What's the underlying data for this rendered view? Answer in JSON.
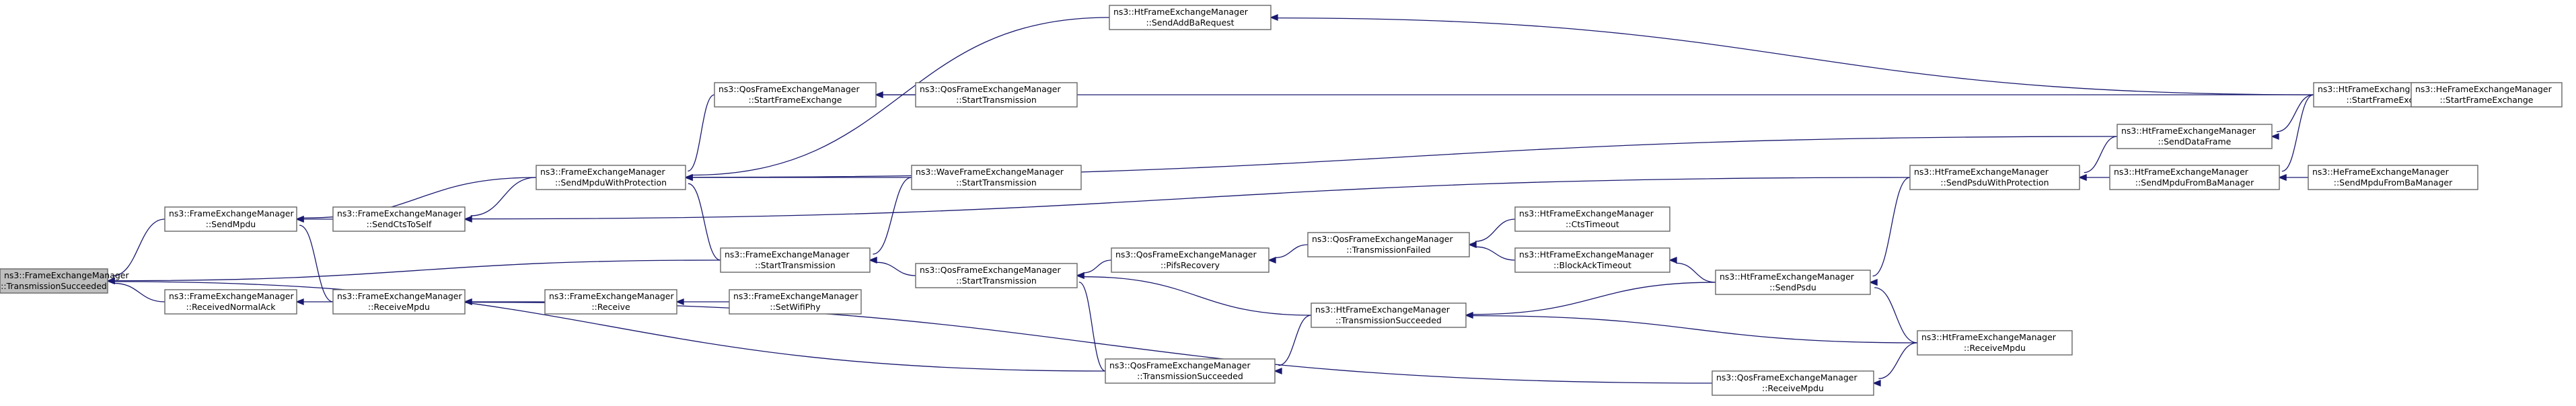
{
  "colors": {
    "node_fill": "#ffffff",
    "root_fill": "#bfbfbf",
    "node_border": "#666666",
    "edge": "#191970"
  },
  "nodes": [
    {
      "id": "n0",
      "line1": "ns3::FrameExchangeManager",
      "line2": "::TransmissionSucceeded"
    },
    {
      "id": "n1",
      "line1": "ns3::FrameExchangeManager",
      "line2": "::SendMpdu"
    },
    {
      "id": "n2",
      "line1": "ns3::FrameExchangeManager",
      "line2": "::ReceivedNormalAck"
    },
    {
      "id": "n3",
      "line1": "ns3::FrameExchangeManager",
      "line2": "::SendCtsToSelf"
    },
    {
      "id": "n4",
      "line1": "ns3::FrameExchangeManager",
      "line2": "::SendMpduWithProtection"
    },
    {
      "id": "n5",
      "line1": "ns3::FrameExchangeManager",
      "line2": "::ReceiveMpdu"
    },
    {
      "id": "n6",
      "line1": "ns3::FrameExchangeManager",
      "line2": "::StartTransmission"
    },
    {
      "id": "n7",
      "line1": "ns3::FrameExchangeManager",
      "line2": "::Receive"
    },
    {
      "id": "n8",
      "line1": "ns3::HtFrameExchangeManager",
      "line2": "::SendAddBaRequest"
    },
    {
      "id": "n9",
      "line1": "ns3::QosFrameExchangeManager",
      "line2": "::StartFrameExchange"
    },
    {
      "id": "n10",
      "line1": "ns3::QosFrameExchangeManager",
      "line2": "::StartTransmission"
    },
    {
      "id": "n11",
      "line1": "ns3::WaveFrameExchangeManager",
      "line2": "::StartTransmission"
    },
    {
      "id": "n12",
      "line1": "ns3::QosFrameExchangeManager",
      "line2": "::StartTransmission"
    },
    {
      "id": "n13",
      "line1": "ns3::FrameExchangeManager",
      "line2": "::SetWifiPhy"
    },
    {
      "id": "n14",
      "line1": "ns3::QosFrameExchangeManager",
      "line2": "::TransmissionSucceeded"
    },
    {
      "id": "n15",
      "line1": "ns3::QosFrameExchangeManager",
      "line2": "::PifsRecovery"
    },
    {
      "id": "n16",
      "line1": "ns3::QosFrameExchangeManager",
      "line2": "::TransmissionFailed"
    },
    {
      "id": "n17",
      "line1": "ns3::HtFrameExchangeManager",
      "line2": "::TransmissionSucceeded"
    },
    {
      "id": "n18",
      "line1": "ns3::HtFrameExchangeManager",
      "line2": "::CtsTimeout"
    },
    {
      "id": "n19",
      "line1": "ns3::HtFrameExchangeManager",
      "line2": "::BlockAckTimeout"
    },
    {
      "id": "n20",
      "line1": "ns3::QosFrameExchangeManager",
      "line2": "::ReceiveMpdu"
    },
    {
      "id": "n21",
      "line1": "ns3::HtFrameExchangeManager",
      "line2": "::SendPsdu"
    },
    {
      "id": "n22",
      "line1": "ns3::HtFrameExchangeManager",
      "line2": "::SendPsduWithProtection"
    },
    {
      "id": "n23",
      "line1": "ns3::HtFrameExchangeManager",
      "line2": "::ReceiveMpdu"
    },
    {
      "id": "n24",
      "line1": "ns3::HtFrameExchangeManager",
      "line2": "::SendDataFrame"
    },
    {
      "id": "n25",
      "line1": "ns3::HtFrameExchangeManager",
      "line2": "::SendMpduFromBaManager"
    },
    {
      "id": "n26",
      "line1": "ns3::HtFrameExchangeManager",
      "line2": "::StartFrameExchange"
    },
    {
      "id": "n27",
      "line1": "ns3::HeFrameExchangeManager",
      "line2": "::SendMpduFromBaManager"
    },
    {
      "id": "n28",
      "line1": "ns3::HeFrameExchangeManager",
      "line2": "::StartFrameExchange"
    }
  ],
  "edges": [
    {
      "id": "e-n0-n1",
      "to": "n0",
      "from": "n1"
    },
    {
      "id": "e-n0-n2",
      "to": "n0",
      "from": "n2"
    },
    {
      "id": "e-n0-n6",
      "to": "n0",
      "from": "n6"
    },
    {
      "id": "e-n0-n14",
      "to": "n0",
      "from": "n14"
    },
    {
      "id": "e-n1-n3",
      "to": "n1",
      "from": "n3"
    },
    {
      "id": "e-n1-n4",
      "to": "n1",
      "from": "n4"
    },
    {
      "id": "e-n1-n5",
      "to": "n1",
      "from": "n5"
    },
    {
      "id": "e-n2-n5",
      "to": "n2",
      "from": "n5"
    },
    {
      "id": "e-n3-n4",
      "to": "n3",
      "from": "n4"
    },
    {
      "id": "e-n3-n22",
      "to": "n3",
      "from": "n22"
    },
    {
      "id": "e-n4-n8",
      "to": "n4",
      "from": "n8"
    },
    {
      "id": "e-n4-n9",
      "to": "n4",
      "from": "n9"
    },
    {
      "id": "e-n4-n11",
      "to": "n4",
      "from": "n11"
    },
    {
      "id": "e-n4-n6",
      "to": "n4",
      "from": "n6"
    },
    {
      "id": "e-n4-n24",
      "to": "n4",
      "from": "n24"
    },
    {
      "id": "e-n5-n7",
      "to": "n5",
      "from": "n7"
    },
    {
      "id": "e-n5-n20",
      "to": "n5",
      "from": "n20"
    },
    {
      "id": "e-n6-n11",
      "to": "n6",
      "from": "n11"
    },
    {
      "id": "e-n6-n12",
      "to": "n6",
      "from": "n12"
    },
    {
      "id": "e-n7-n13",
      "to": "n7",
      "from": "n13"
    },
    {
      "id": "e-n8-n26",
      "to": "n8",
      "from": "n26"
    },
    {
      "id": "e-n9-n10",
      "to": "n9",
      "from": "n10"
    },
    {
      "id": "e-n9-n26",
      "to": "n9",
      "from": "n26"
    },
    {
      "id": "e-n12-n15",
      "to": "n12",
      "from": "n15"
    },
    {
      "id": "e-n12-n14",
      "to": "n12",
      "from": "n14"
    },
    {
      "id": "e-n12-n17",
      "to": "n12",
      "from": "n17"
    },
    {
      "id": "e-n14-n17",
      "to": "n14",
      "from": "n17"
    },
    {
      "id": "e-n15-n16",
      "to": "n15",
      "from": "n16"
    },
    {
      "id": "e-n16-n18",
      "to": "n16",
      "from": "n18"
    },
    {
      "id": "e-n16-n19",
      "to": "n16",
      "from": "n19"
    },
    {
      "id": "e-n17-n21",
      "to": "n17",
      "from": "n21"
    },
    {
      "id": "e-n17-n23",
      "to": "n17",
      "from": "n23"
    },
    {
      "id": "e-n19-n21",
      "to": "n19",
      "from": "n21"
    },
    {
      "id": "e-n20-n23",
      "to": "n20",
      "from": "n23"
    },
    {
      "id": "e-n21-n22",
      "to": "n21",
      "from": "n22"
    },
    {
      "id": "e-n21-n23",
      "to": "n21",
      "from": "n23"
    },
    {
      "id": "e-n22-n24",
      "to": "n22",
      "from": "n24"
    },
    {
      "id": "e-n22-n25",
      "to": "n22",
      "from": "n25"
    },
    {
      "id": "e-n24-n26",
      "to": "n24",
      "from": "n26"
    },
    {
      "id": "e-n25-n27",
      "to": "n25",
      "from": "n27"
    },
    {
      "id": "e-n25-n26",
      "to": "n25",
      "from": "n26"
    },
    {
      "id": "e-n26-n28",
      "to": "n26",
      "from": "n28"
    }
  ]
}
